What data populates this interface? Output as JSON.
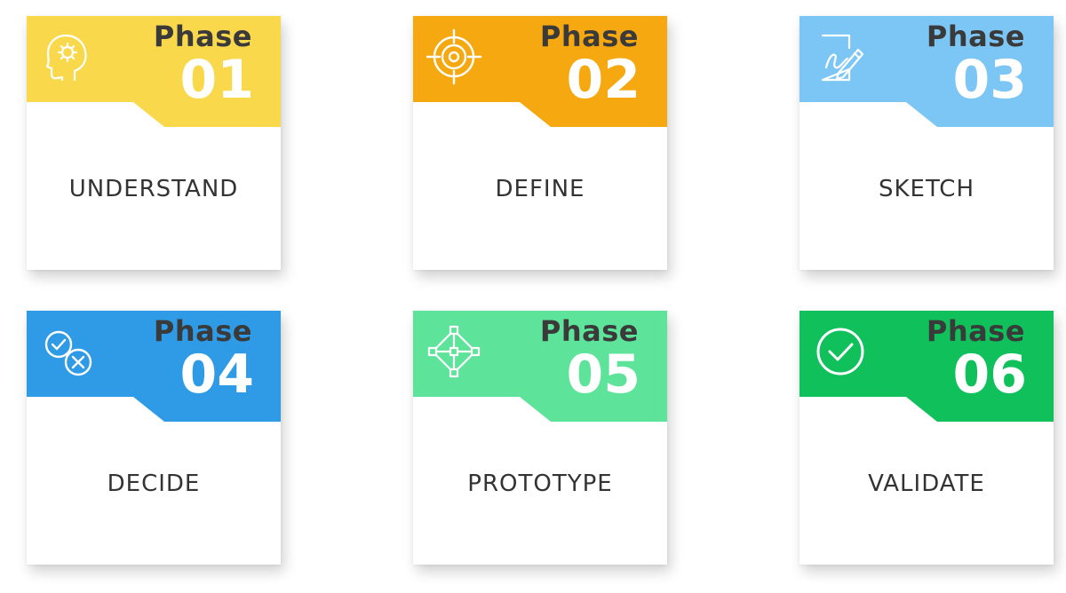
{
  "phases": [
    {
      "word": "Phase",
      "number": "01",
      "label": "UNDERSTAND",
      "color": "#f9d94b",
      "icon": "head-gears-icon"
    },
    {
      "word": "Phase",
      "number": "02",
      "label": "DEFINE",
      "color": "#f6a810",
      "icon": "target-icon"
    },
    {
      "word": "Phase",
      "number": "03",
      "label": "SKETCH",
      "color": "#7cc6f5",
      "icon": "sketch-pen-icon"
    },
    {
      "word": "Phase",
      "number": "04",
      "label": "DECIDE",
      "color": "#2f9be6",
      "icon": "check-cross-icon"
    },
    {
      "word": "Phase",
      "number": "05",
      "label": "PROTOTYPE",
      "color": "#5de39a",
      "icon": "prototype-nodes-icon"
    },
    {
      "word": "Phase",
      "number": "06",
      "label": "VALIDATE",
      "color": "#0fc05b",
      "icon": "check-circle-icon"
    }
  ]
}
